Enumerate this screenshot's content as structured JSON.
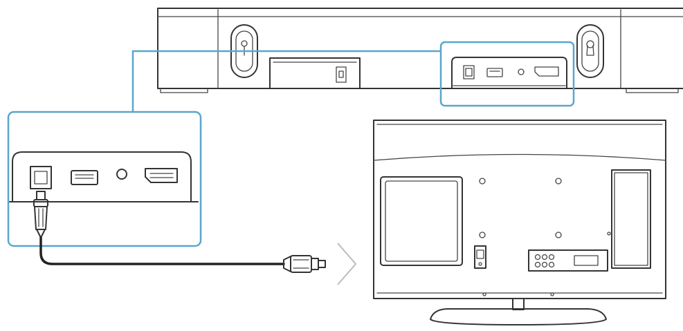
{
  "colors": {
    "line": "#333333",
    "highlight": "#5aa6cc",
    "background": "#ffffff"
  },
  "components": [
    {
      "id": "soundbar",
      "label": ""
    },
    {
      "id": "tv",
      "label": ""
    },
    {
      "id": "optical-cable",
      "label": ""
    }
  ],
  "ports": [
    {
      "id": "optical",
      "icon": "optical-port-icon"
    },
    {
      "id": "usb",
      "icon": "usb-port-icon"
    },
    {
      "id": "aux",
      "icon": "aux-port-icon"
    },
    {
      "id": "hdmi",
      "icon": "hdmi-port-icon"
    }
  ],
  "arrow": {
    "icon": "chevron-right-icon"
  }
}
